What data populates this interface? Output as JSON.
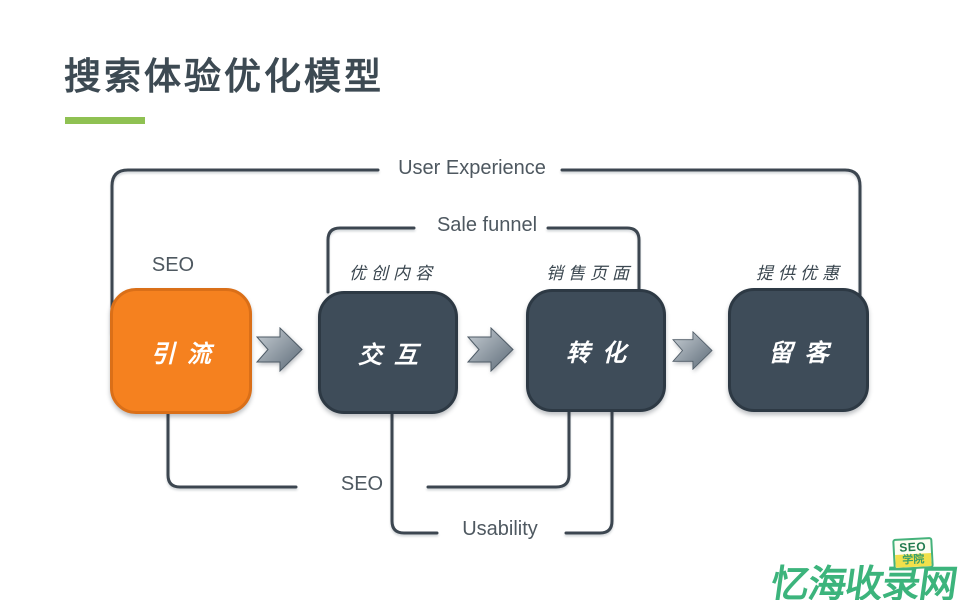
{
  "slide": {
    "title": "搜索体验优化模型"
  },
  "diagram": {
    "top_brackets": [
      {
        "label": "User Experience",
        "spans": "引流 to 留客"
      },
      {
        "label": "Sale funnel",
        "spans": "交互 to 转化"
      }
    ],
    "bottom_brackets": [
      {
        "label": "SEO",
        "spans": "引流 to 转化"
      },
      {
        "label": "Usability",
        "spans": "交互 to 转化"
      }
    ],
    "seo_label_top": "SEO",
    "stage_notes": [
      "优创内容",
      "销售页面",
      "提供优惠"
    ],
    "stages": [
      {
        "label": "引流",
        "highlight": true
      },
      {
        "label": "交互",
        "highlight": false
      },
      {
        "label": "转化",
        "highlight": false
      },
      {
        "label": "留客",
        "highlight": false
      }
    ],
    "arrow_icon": "right-chevron-block-arrow"
  },
  "watermark": {
    "site_name": "忆海收录网",
    "badge_line1": "SEO",
    "badge_line2": "学院"
  },
  "colors": {
    "title_text": "#3d4a53",
    "accent_green": "#8fc152",
    "box_orange": "#f5811f",
    "box_orange_border": "#da6f18",
    "box_dark": "#3e4c59",
    "box_dark_border": "#2d3944",
    "connector_line": "#3c4650",
    "label_gray": "#4e5860",
    "arrow_gradient_light": "#c7ced4",
    "arrow_gradient_dark": "#5c6a77",
    "logo_green": "#3cb47c",
    "badge_yellow": "#f1e04b"
  }
}
